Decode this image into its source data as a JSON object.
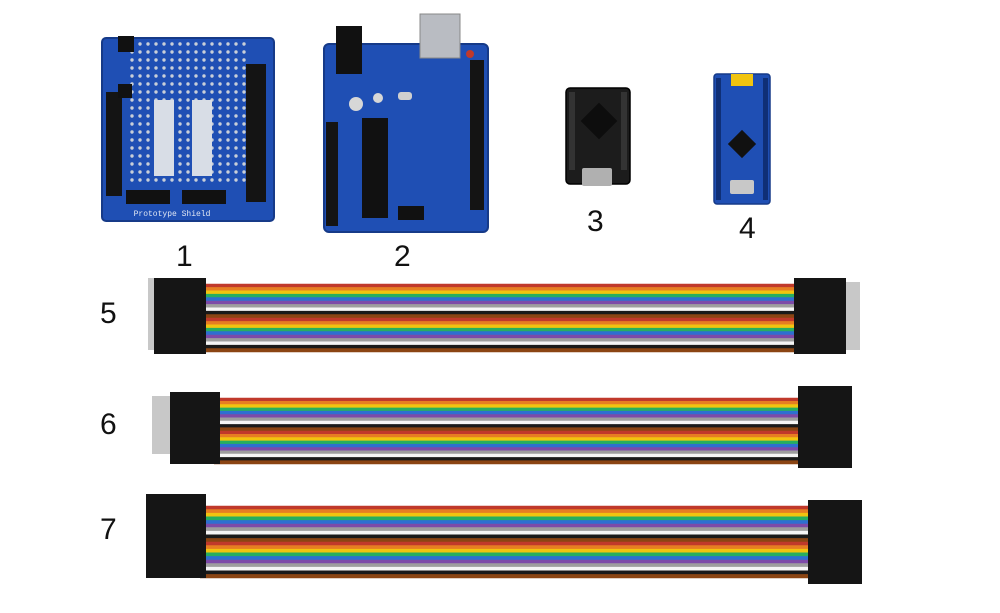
{
  "labels": {
    "proto_shield": "1",
    "uno_board": "2",
    "pro_micro": "3",
    "nano_board": "4",
    "cable_male_male": "5",
    "cable_male_female": "6",
    "cable_female_female": "7"
  },
  "silkscreen": {
    "proto_shield_name": "Prototype Shield"
  },
  "ribbon_colors": [
    "#c0392b",
    "#e67e22",
    "#f1c40f",
    "#27ae60",
    "#2e6fd0",
    "#7d4aa8",
    "#9e9e9e",
    "#f5f5f5",
    "#1a1a1a",
    "#8b4513"
  ],
  "colors": {
    "pcb_blue": "#1f4fb4",
    "pcb_black": "#1c1c1c",
    "connector": "#151515",
    "pin_metal": "#c8c8c8"
  }
}
